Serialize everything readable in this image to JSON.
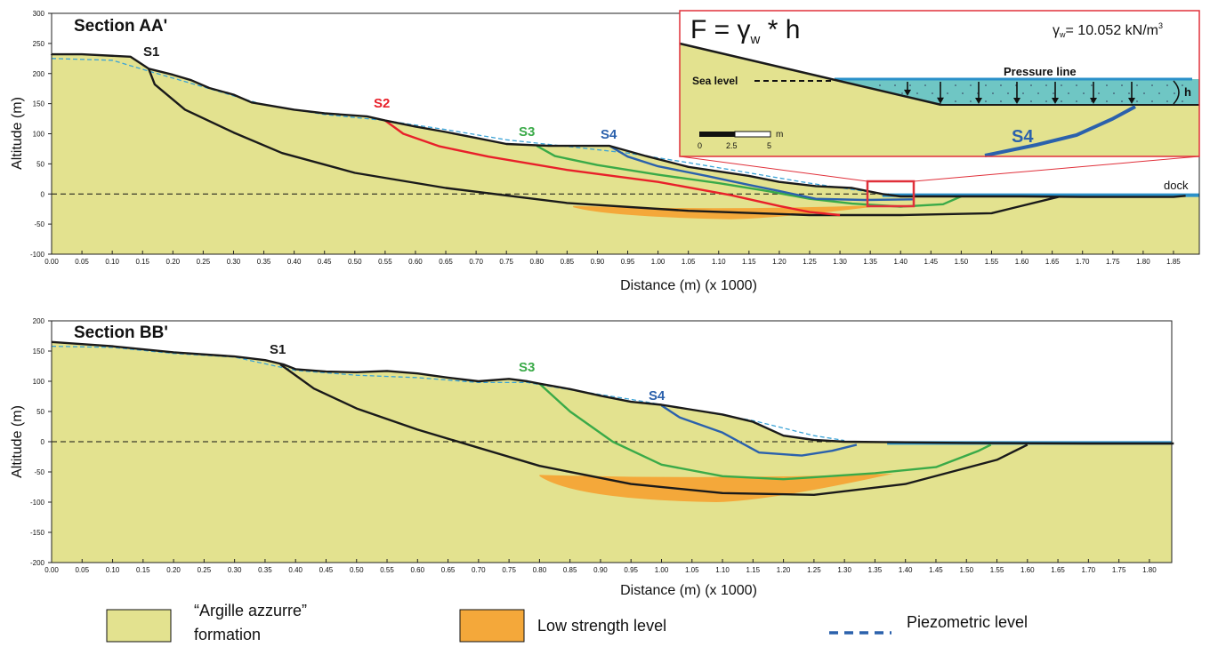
{
  "colors": {
    "formation": "#e3e28f",
    "low_strength": "#f4a83a",
    "piezometric": "#3ba3d6",
    "sea": "#6fc6c4",
    "sea_line": "#2a90c9",
    "S1": "#1a1a1a",
    "S2": "#e8202a",
    "S3": "#3aaa48",
    "S4": "#2b61ac",
    "inset_border": "#e0303a"
  },
  "section_aa": {
    "title": "Section AA'",
    "xlabel": "Distance (m) (x 1000)",
    "ylabel": "Altitude (m)",
    "dock_label": "dock",
    "slip_labels": {
      "s1": "S1",
      "s2": "S2",
      "s3": "S3",
      "s4": "S4"
    }
  },
  "section_bb": {
    "title": "Section BB'",
    "xlabel": "Distance (m) (x 1000)",
    "ylabel": "Altitude (m)",
    "slip_labels": {
      "s1": "S1",
      "s3": "S3",
      "s4": "S4"
    }
  },
  "inset": {
    "formula": "F = γw * h",
    "formula_left": "F = γ",
    "formula_sub": "w",
    "formula_right": " * h",
    "gamma_symbol": "γ",
    "gamma_sub": "w",
    "gamma_value": "= 10.052 kN/m",
    "gamma_exp": "3",
    "pressure_line_label": "Pressure line",
    "sea_level_label": "Sea level",
    "h_label": "h",
    "s4_label": "S4",
    "scale_labels": [
      "0",
      "2.5",
      "5"
    ],
    "scale_unit": "m"
  },
  "legend": {
    "formation_line1": "“Argille azzurre”",
    "formation_line2": "formation",
    "low_strength": "Low strength level",
    "piezometric": "Piezometric level"
  },
  "chart_data": [
    {
      "type": "cross-section",
      "title": "Section AA'",
      "xlabel": "Distance (m) (x 1000)",
      "ylabel": "Altitude (m)",
      "xlim": [
        0,
        1.88
      ],
      "ylim": [
        -100,
        300
      ],
      "xticks": [
        "0.00",
        "0.05",
        "0.10",
        "0.15",
        "0.20",
        "0.25",
        "0.30",
        "0.35",
        "0.40",
        "0.45",
        "0.50",
        "0.55",
        "0.60",
        "0.65",
        "0.70",
        "0.75",
        "0.80",
        "0.85",
        "0.90",
        "0.95",
        "1.00",
        "1.05",
        "1.10",
        "1.15",
        "1.20",
        "1.25",
        "1.30",
        "1.35",
        "1.40",
        "1.45",
        "1.50",
        "1.55",
        "1.60",
        "1.65",
        "1.70",
        "1.75",
        "1.80",
        "1.85"
      ],
      "yticks": [
        "300",
        "250",
        "200",
        "150",
        "100",
        "50",
        "0",
        "-50",
        "-100"
      ],
      "ground": [
        [
          0,
          232
        ],
        [
          0.05,
          232
        ],
        [
          0.13,
          228
        ],
        [
          0.16,
          208
        ],
        [
          0.2,
          198
        ],
        [
          0.23,
          189
        ],
        [
          0.26,
          176
        ],
        [
          0.3,
          165
        ],
        [
          0.33,
          152
        ],
        [
          0.4,
          140
        ],
        [
          0.45,
          134
        ],
        [
          0.52,
          129
        ],
        [
          0.55,
          122
        ],
        [
          0.6,
          112
        ],
        [
          0.65,
          103
        ],
        [
          0.7,
          93
        ],
        [
          0.75,
          83
        ],
        [
          0.82,
          80
        ],
        [
          0.92,
          80
        ],
        [
          0.98,
          63
        ],
        [
          1.05,
          45
        ],
        [
          1.15,
          30
        ],
        [
          1.2,
          20
        ],
        [
          1.26,
          13
        ],
        [
          1.32,
          10
        ],
        [
          1.37,
          0
        ],
        [
          1.4,
          -4
        ],
        [
          1.5,
          -4
        ],
        [
          1.6,
          -4
        ],
        [
          1.7,
          -5
        ],
        [
          1.8,
          -5
        ],
        [
          1.85,
          -5
        ],
        [
          1.87,
          -3
        ]
      ],
      "piezometric": [
        [
          0,
          225
        ],
        [
          0.1,
          222
        ],
        [
          0.16,
          204
        ],
        [
          0.25,
          178
        ],
        [
          0.35,
          148
        ],
        [
          0.45,
          132
        ],
        [
          0.55,
          122
        ],
        [
          0.65,
          107
        ],
        [
          0.75,
          90
        ],
        [
          0.85,
          79
        ],
        [
          0.95,
          68
        ],
        [
          1.05,
          52
        ],
        [
          1.15,
          35
        ],
        [
          1.25,
          18
        ],
        [
          1.35,
          3
        ],
        [
          1.4,
          -4
        ]
      ],
      "slip_surfaces": [
        {
          "name": "S1",
          "points": [
            [
              0.16,
              208
            ],
            [
              0.17,
              182
            ],
            [
              0.22,
              140
            ],
            [
              0.3,
              102
            ],
            [
              0.38,
              68
            ],
            [
              0.5,
              35
            ],
            [
              0.65,
              10
            ],
            [
              0.85,
              -15
            ],
            [
              1.05,
              -28
            ],
            [
              1.25,
              -35
            ],
            [
              1.4,
              -35
            ],
            [
              1.55,
              -32
            ],
            [
              1.66,
              -5
            ]
          ]
        },
        {
          "name": "S2",
          "points": [
            [
              0.55,
              122
            ],
            [
              0.58,
              100
            ],
            [
              0.64,
              79
            ],
            [
              0.72,
              62
            ],
            [
              0.85,
              40
            ],
            [
              1.0,
              20
            ],
            [
              1.12,
              -2
            ],
            [
              1.2,
              -20
            ],
            [
              1.25,
              -30
            ],
            [
              1.3,
              -35
            ]
          ]
        },
        {
          "name": "S3",
          "points": [
            [
              0.8,
              80
            ],
            [
              0.83,
              63
            ],
            [
              0.9,
              48
            ],
            [
              1.0,
              32
            ],
            [
              1.1,
              18
            ],
            [
              1.18,
              5
            ],
            [
              1.25,
              -8
            ],
            [
              1.32,
              -16
            ],
            [
              1.4,
              -21
            ],
            [
              1.47,
              -17
            ],
            [
              1.5,
              -4
            ]
          ]
        },
        {
          "name": "S4",
          "points": [
            [
              0.92,
              80
            ],
            [
              0.95,
              62
            ],
            [
              1.0,
              46
            ],
            [
              1.08,
              30
            ],
            [
              1.15,
              15
            ],
            [
              1.2,
              5
            ],
            [
              1.26,
              -8
            ],
            [
              1.34,
              -10
            ],
            [
              1.42,
              -9
            ]
          ]
        }
      ],
      "low_strength_zone": {
        "from": 0.86,
        "to": 1.38,
        "top": -20,
        "bottom": -42
      }
    },
    {
      "type": "cross-section",
      "title": "Section BB'",
      "xlabel": "Distance (m) (x 1000)",
      "ylabel": "Altitude (m)",
      "xlim": [
        0,
        1.85
      ],
      "ylim": [
        -200,
        200
      ],
      "xticks": [
        "0.00",
        "0.05",
        "0.10",
        "0.15",
        "0.20",
        "0.25",
        "0.30",
        "0.35",
        "0.40",
        "0.45",
        "0.50",
        "0.55",
        "0.60",
        "0.65",
        "0.70",
        "0.75",
        "0.80",
        "0.85",
        "0.90",
        "0.95",
        "1.00",
        "1.05",
        "1.10",
        "1.15",
        "1.20",
        "1.25",
        "1.30",
        "1.35",
        "1.40",
        "1.45",
        "1.50",
        "1.55",
        "1.60",
        "1.65",
        "1.70",
        "1.75",
        "1.80"
      ],
      "yticks": [
        "200",
        "150",
        "100",
        "50",
        "0",
        "-50",
        "-100",
        "-150",
        "-200"
      ],
      "ground": [
        [
          0,
          165
        ],
        [
          0.1,
          158
        ],
        [
          0.2,
          148
        ],
        [
          0.3,
          141
        ],
        [
          0.35,
          135
        ],
        [
          0.38,
          128
        ],
        [
          0.4,
          120
        ],
        [
          0.45,
          116
        ],
        [
          0.5,
          115
        ],
        [
          0.55,
          117
        ],
        [
          0.6,
          113
        ],
        [
          0.65,
          106
        ],
        [
          0.7,
          100
        ],
        [
          0.75,
          104
        ],
        [
          0.78,
          100
        ],
        [
          0.8,
          96
        ],
        [
          0.85,
          87
        ],
        [
          0.9,
          76
        ],
        [
          0.95,
          66
        ],
        [
          1.0,
          61
        ],
        [
          1.05,
          53
        ],
        [
          1.1,
          45
        ],
        [
          1.15,
          33
        ],
        [
          1.2,
          10
        ],
        [
          1.25,
          3
        ],
        [
          1.3,
          0
        ],
        [
          1.5,
          -2
        ],
        [
          1.7,
          -3
        ],
        [
          1.84,
          -3
        ]
      ],
      "piezometric": [
        [
          0,
          158
        ],
        [
          0.1,
          156
        ],
        [
          0.2,
          146
        ],
        [
          0.3,
          140
        ],
        [
          0.4,
          118
        ],
        [
          0.5,
          110
        ],
        [
          0.6,
          106
        ],
        [
          0.7,
          98
        ],
        [
          0.78,
          98
        ],
        [
          0.85,
          86
        ],
        [
          0.95,
          70
        ],
        [
          1.05,
          53
        ],
        [
          1.15,
          35
        ],
        [
          1.25,
          10
        ],
        [
          1.3,
          2
        ]
      ],
      "slip_surfaces": [
        {
          "name": "S1",
          "points": [
            [
              0.375,
              128
            ],
            [
              0.43,
              88
            ],
            [
              0.5,
              55
            ],
            [
              0.6,
              20
            ],
            [
              0.7,
              -10
            ],
            [
              0.8,
              -40
            ],
            [
              0.95,
              -70
            ],
            [
              1.1,
              -85
            ],
            [
              1.25,
              -88
            ],
            [
              1.4,
              -70
            ],
            [
              1.55,
              -30
            ],
            [
              1.6,
              -5
            ]
          ]
        },
        {
          "name": "S3",
          "points": [
            [
              0.8,
              96
            ],
            [
              0.85,
              50
            ],
            [
              0.92,
              0
            ],
            [
              1.0,
              -38
            ],
            [
              1.1,
              -57
            ],
            [
              1.2,
              -62
            ],
            [
              1.35,
              -52
            ],
            [
              1.45,
              -42
            ],
            [
              1.52,
              -15
            ],
            [
              1.54,
              -5
            ]
          ]
        },
        {
          "name": "S4",
          "points": [
            [
              1.0,
              60
            ],
            [
              1.03,
              40
            ],
            [
              1.1,
              15
            ],
            [
              1.16,
              -18
            ],
            [
              1.23,
              -23
            ],
            [
              1.28,
              -15
            ],
            [
              1.32,
              -5
            ]
          ]
        }
      ],
      "low_strength_zone": {
        "from": 0.8,
        "to": 1.38,
        "top": -55,
        "bottom": -100
      }
    }
  ]
}
